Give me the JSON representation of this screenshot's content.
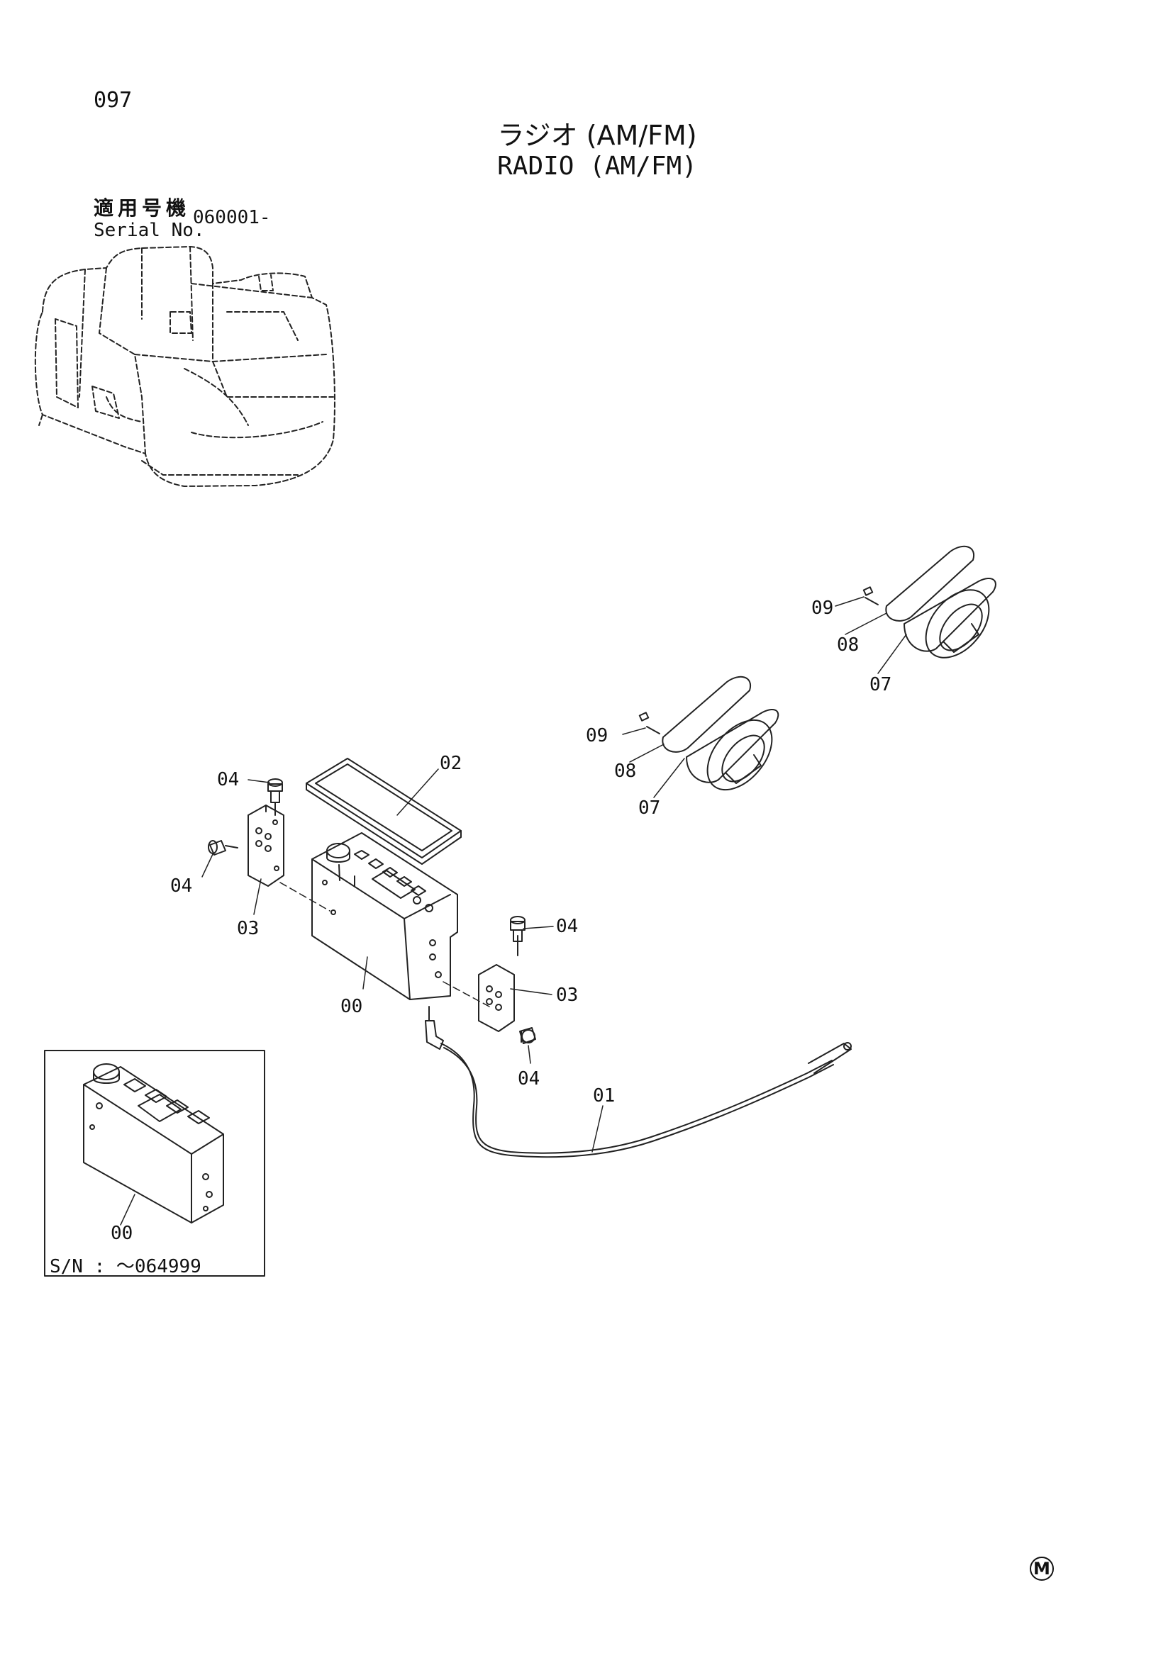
{
  "header": {
    "page_number": "097",
    "title_ja": "ラジオ (AM/FM)",
    "title_en": "RADIO (AM/FM)"
  },
  "serial": {
    "label_ja": "適用号機",
    "label_en": "Serial No.",
    "value": "060001-"
  },
  "callouts": {
    "c00_main": "00",
    "c01": "01",
    "c02": "02",
    "c03_left": "03",
    "c03_right": "03",
    "c04_top_left": "04",
    "c04_left": "04",
    "c04_right_top": "04",
    "c04_right_bottom": "04",
    "c07_a": "07",
    "c08_a": "08",
    "c09_a": "09",
    "c07_b": "07",
    "c08_b": "08",
    "c09_b": "09",
    "c00_inset": "00"
  },
  "inset": {
    "serial_note": "S/N : ～064999"
  },
  "footer": {
    "mark": "M"
  }
}
